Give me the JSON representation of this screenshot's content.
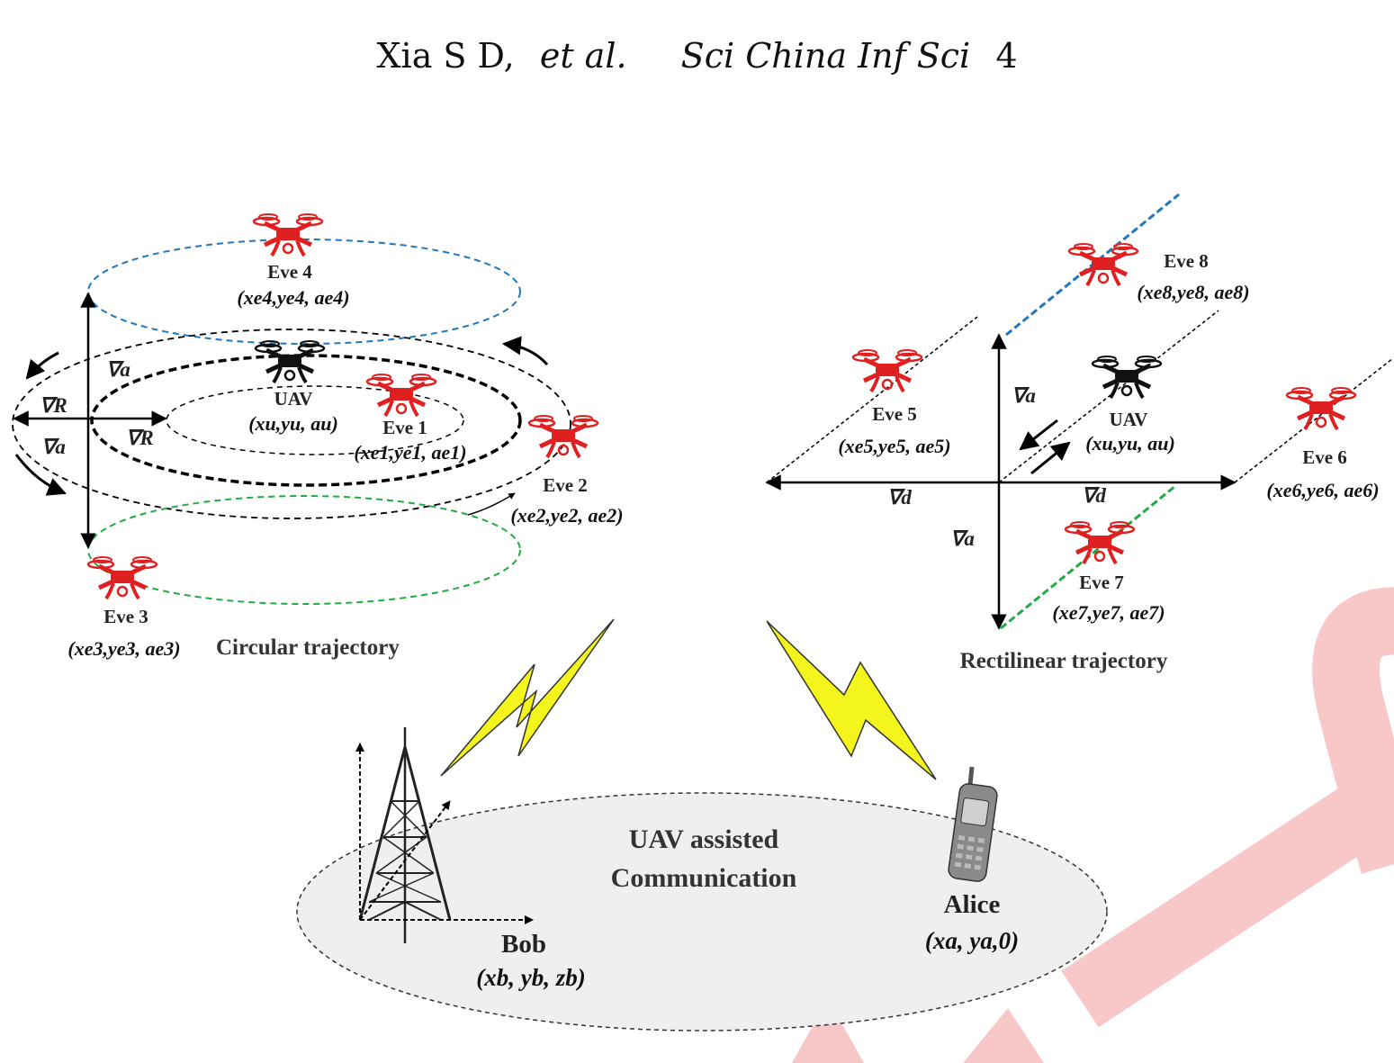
{
  "header": {
    "authors": "Xia S D,",
    "etal": "et al.",
    "journal": "Sci China Inf Sci",
    "page": "4"
  },
  "labels": {
    "eve1": "Eve 1",
    "eve2": "Eve 2",
    "eve3": "Eve 3",
    "eve4": "Eve 4",
    "eve5": "Eve 5",
    "eve6": "Eve 6",
    "eve7": "Eve 7",
    "eve8": "Eve 8",
    "uav": "UAV",
    "bob": "Bob",
    "alice": "Alice",
    "grad_a": "∇a",
    "grad_R": "∇R",
    "grad_d": "∇d"
  },
  "coords": {
    "eve1": "(xe1,ye1, ae1)",
    "eve2": "(xe2,ye2, ae2)",
    "eve3": "(xe3,ye3, ae3)",
    "eve4": "(xe4,ye4, ae4)",
    "eve5": "(xe5,ye5, ae5)",
    "eve6": "(xe6,ye6, ae6)",
    "eve7": "(xe7,ye7, ae7)",
    "eve8": "(xe8,ye8, ae8)",
    "uav": "(xu,yu, au)",
    "bob": "(xb, yb, zb)",
    "alice": "(xa, ya,0)"
  },
  "captions": {
    "circular": "Circular trajectory",
    "rectilinear": "Rectilinear trajectory",
    "center1": "UAV assisted",
    "center2": "Communication"
  },
  "colors": {
    "eve": "#e02020",
    "uav": "#111111",
    "blue_path": "#1f77c0",
    "green_path": "#22aa44",
    "lightning": "#f5f51e",
    "watermark": "#f8c8c8",
    "ellipse_fill": "#efefef"
  }
}
